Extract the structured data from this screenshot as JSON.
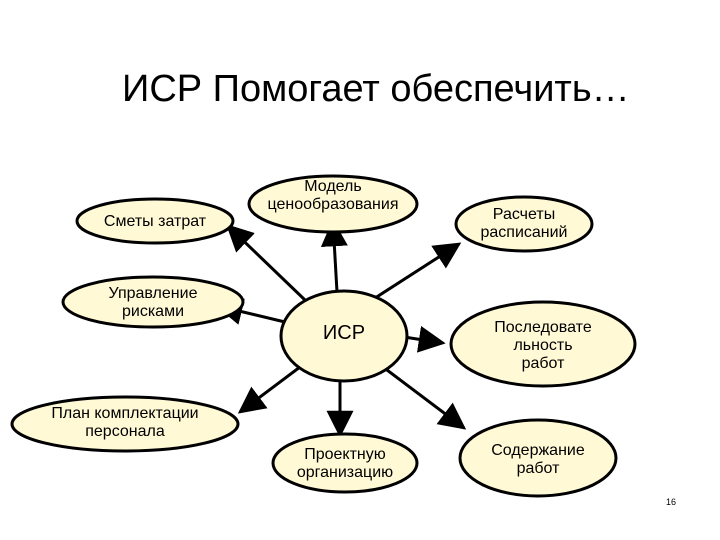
{
  "slide": {
    "title": "ИСР Помогает обеспечить…",
    "page_number": "16"
  },
  "diagram": {
    "center": {
      "label": "ИСР"
    },
    "nodes": [
      {
        "id": "cost-estimates",
        "lines": [
          "Сметы затрат"
        ]
      },
      {
        "id": "pricing-model",
        "lines": [
          "Модель",
          "ценообразования"
        ]
      },
      {
        "id": "schedule-calc",
        "lines": [
          "Расчеты",
          "расписаний"
        ]
      },
      {
        "id": "risk-management",
        "lines": [
          "Управление",
          "рисками"
        ]
      },
      {
        "id": "work-sequence",
        "lines": [
          "Последовате",
          "льность",
          "работ"
        ]
      },
      {
        "id": "staffing-plan",
        "lines": [
          "План комплектации",
          "персонала"
        ]
      },
      {
        "id": "project-organization",
        "lines": [
          "Проектную",
          "организацию"
        ]
      },
      {
        "id": "work-content",
        "lines": [
          "Содержание",
          "работ"
        ]
      }
    ]
  },
  "colors": {
    "node_fill": "#FFF9D6",
    "stroke": "#000000"
  }
}
